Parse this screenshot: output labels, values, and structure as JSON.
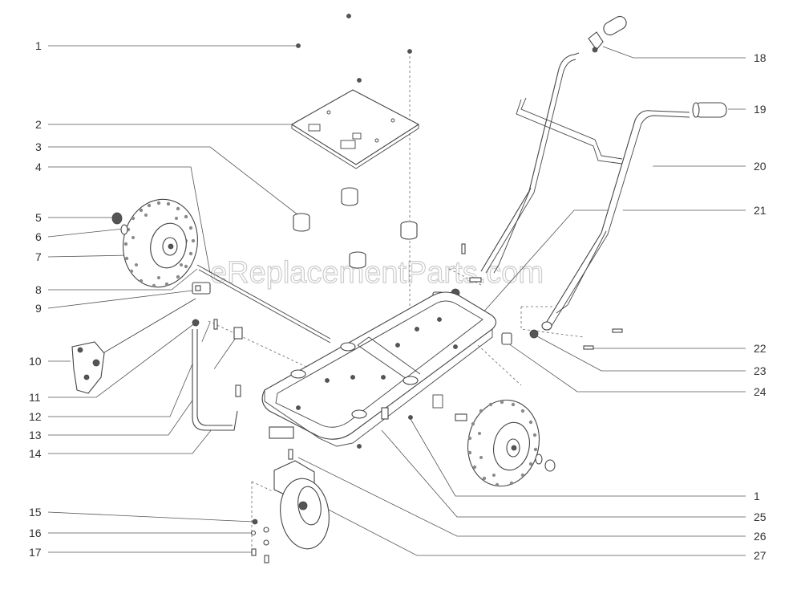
{
  "watermark": "eReplacementParts.com",
  "callouts": [
    {
      "id": "c1a",
      "label": "1"
    },
    {
      "id": "c2",
      "label": "2"
    },
    {
      "id": "c3",
      "label": "3"
    },
    {
      "id": "c4",
      "label": "4"
    },
    {
      "id": "c5",
      "label": "5"
    },
    {
      "id": "c6",
      "label": "6"
    },
    {
      "id": "c7",
      "label": "7"
    },
    {
      "id": "c8",
      "label": "8"
    },
    {
      "id": "c9",
      "label": "9"
    },
    {
      "id": "c10",
      "label": "10"
    },
    {
      "id": "c11",
      "label": "11"
    },
    {
      "id": "c12",
      "label": "12"
    },
    {
      "id": "c13",
      "label": "13"
    },
    {
      "id": "c14",
      "label": "14"
    },
    {
      "id": "c15",
      "label": "15"
    },
    {
      "id": "c16",
      "label": "16"
    },
    {
      "id": "c17",
      "label": "17"
    },
    {
      "id": "c18",
      "label": "18"
    },
    {
      "id": "c19",
      "label": "19"
    },
    {
      "id": "c20",
      "label": "20"
    },
    {
      "id": "c21",
      "label": "21"
    },
    {
      "id": "c22",
      "label": "22"
    },
    {
      "id": "c23",
      "label": "23"
    },
    {
      "id": "c24",
      "label": "24"
    },
    {
      "id": "c1b",
      "label": "1"
    },
    {
      "id": "c25",
      "label": "25"
    },
    {
      "id": "c26",
      "label": "26"
    },
    {
      "id": "c27",
      "label": "27"
    }
  ]
}
